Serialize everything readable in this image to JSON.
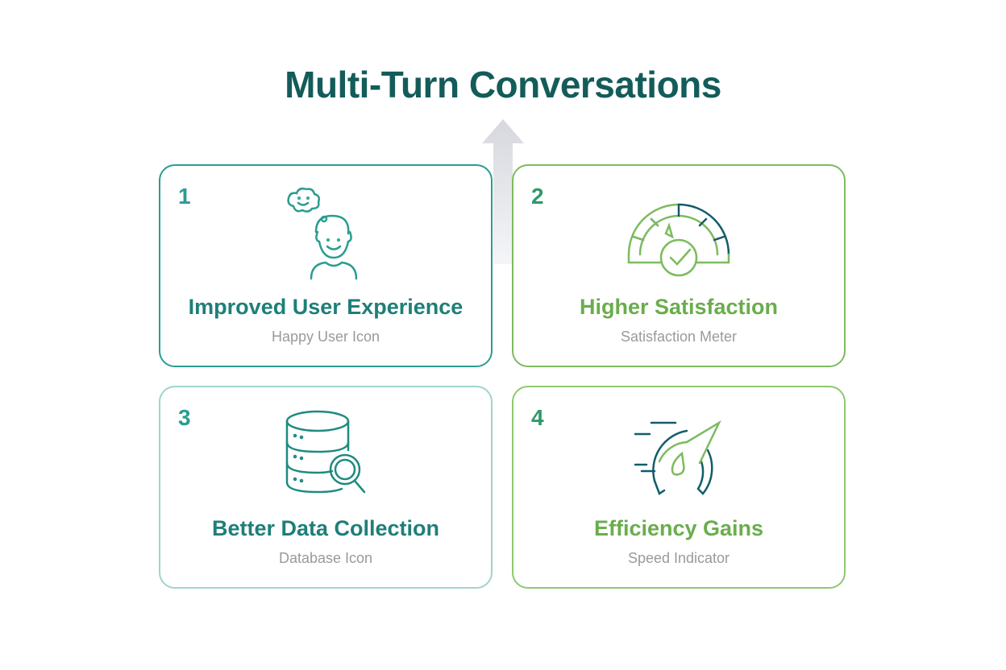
{
  "title": "Multi-Turn Conversations",
  "colors": {
    "title": "#135c5a",
    "teal": "#2a9d8f",
    "dark_teal": "#1e7f78",
    "green": "#6aad4c",
    "navy_teal": "#135c6a",
    "subtitle_gray": "#9a9a9a",
    "arrow": "#dcdde2"
  },
  "cards": [
    {
      "number": "1",
      "title": "Improved User Experience",
      "subtitle": "Happy User Icon",
      "icon": "happy-user-icon"
    },
    {
      "number": "2",
      "title": "Higher Satisfaction",
      "subtitle": "Satisfaction Meter",
      "icon": "satisfaction-meter-icon"
    },
    {
      "number": "3",
      "title": "Better Data Collection",
      "subtitle": "Database Icon",
      "icon": "database-search-icon"
    },
    {
      "number": "4",
      "title": "Efficiency Gains",
      "subtitle": "Speed Indicator",
      "icon": "speed-indicator-icon"
    }
  ]
}
